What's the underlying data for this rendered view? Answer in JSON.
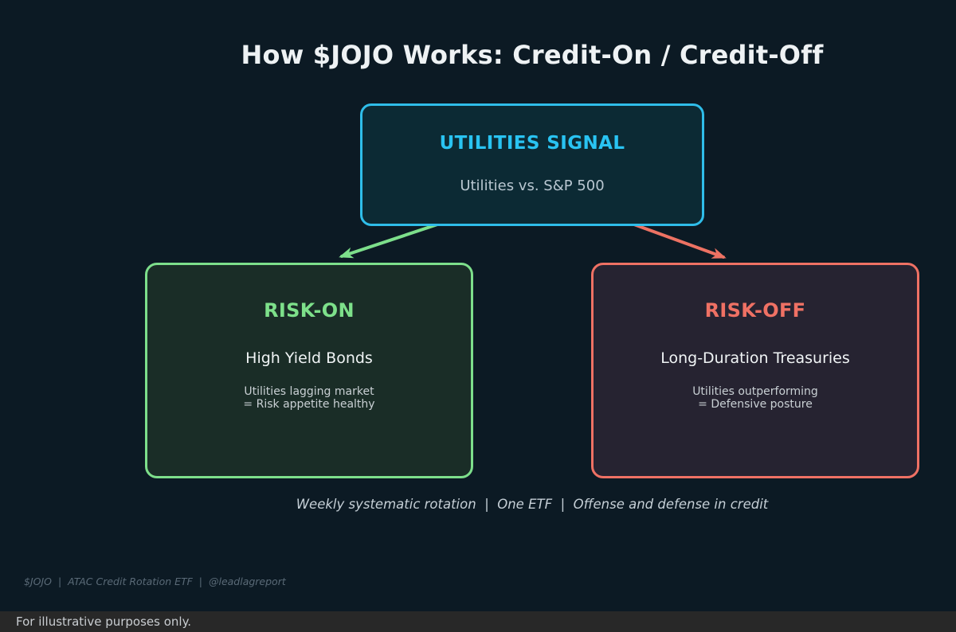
{
  "header": {
    "title": "How $JOJO Works: Credit-On / Credit-Off"
  },
  "signal_box": {
    "heading": "UTILITIES SIGNAL",
    "subtext": "Utilities vs. S&P 500",
    "accent_color": "#29c3f2",
    "border_color": "#2fbde9",
    "fill_color": "#0c2a34"
  },
  "risk_on_box": {
    "heading": "RISK-ON",
    "asset": "High Yield Bonds",
    "condition_line1": "Utilities lagging market",
    "condition_line2": "= Risk appetite healthy",
    "accent_color": "#7de08a",
    "border_color": "#7ddf8b",
    "fill_color": "#1a2d27"
  },
  "risk_off_box": {
    "heading": "RISK-OFF",
    "asset": "Long-Duration Treasuries",
    "condition_line1": "Utilities outperforming",
    "condition_line2": "= Defensive posture",
    "accent_color": "#ef7164",
    "border_color": "#ef7164",
    "fill_color": "#262331"
  },
  "arrows": {
    "risk_on_color": "#7ddf8b",
    "risk_off_color": "#ed7263"
  },
  "tagline": "Weekly systematic rotation  |  One ETF  |  Offense and defense in credit",
  "footer": {
    "credit": "$JOJO  |  ATAC Credit Rotation ETF  |  @leadlagreport",
    "disclaimer": "For illustrative purposes only."
  }
}
